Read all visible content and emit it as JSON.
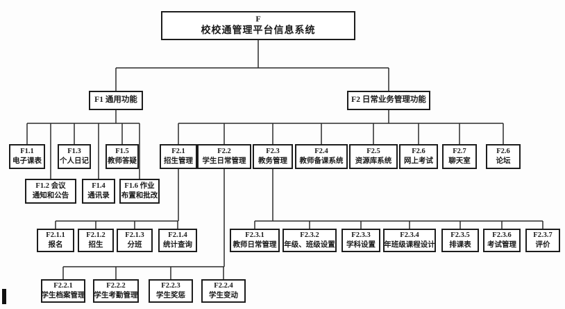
{
  "diagram": {
    "kind": "organization-tree",
    "root_code": "F",
    "title": "校校通管理平台信息系统"
  },
  "nodes": {
    "root": {
      "line1": "F",
      "line2": "校校通管理平台信息系统"
    },
    "f1": {
      "line1": "F1 通用功能"
    },
    "f2": {
      "line1": "F2 日常业务管理功能"
    },
    "f1_1": {
      "line1": "F1.1",
      "line2": "电子课表"
    },
    "f1_2": {
      "line1": "F1.2 会议",
      "line2": "通知和公告"
    },
    "f1_3": {
      "line1": "F1.3",
      "line2": "个人日记"
    },
    "f1_4": {
      "line1": "F1.4",
      "line2": "通讯录"
    },
    "f1_5": {
      "line1": "F1.5",
      "line2": "教师答疑"
    },
    "f1_6": {
      "line1": "F1.6 作业",
      "line2": "布置和批改"
    },
    "f2_1": {
      "line1": "F2.1",
      "line2": "招生管理"
    },
    "f2_2": {
      "line1": "F2.2",
      "line2": "学生日常管理"
    },
    "f2_3": {
      "line1": "F2.3",
      "line2": "教务管理"
    },
    "f2_4": {
      "line1": "F2.4",
      "line2": "教师备课系统"
    },
    "f2_5": {
      "line1": "F2.5",
      "line2": "资源库系统"
    },
    "f2_6": {
      "line1": "F2.6",
      "line2": "网上考试"
    },
    "f2_7": {
      "line1": "F2.7",
      "line2": "聊天室"
    },
    "f2_6b": {
      "line1": "F2.6",
      "line2": "论坛"
    },
    "f2_1_1": {
      "line1": "F2.1.1",
      "line2": "报名"
    },
    "f2_1_2": {
      "line1": "F2.1.2",
      "line2": "招生"
    },
    "f2_1_3": {
      "line1": "F2.1.3",
      "line2": "分班"
    },
    "f2_1_4": {
      "line1": "F2.1.4",
      "line2": "统计查询"
    },
    "f2_3_1": {
      "line1": "F2.3.1",
      "line2": "教师日常管理"
    },
    "f2_3_2": {
      "line1": "F2.3.2",
      "line2": "年级、班级设置"
    },
    "f2_3_3": {
      "line1": "F2.3.3",
      "line2": "学科设置"
    },
    "f2_3_4": {
      "line1": "F2.3.4",
      "line2": "年班级课程设计"
    },
    "f2_3_5": {
      "line1": "F2.3.5",
      "line2": "排课表"
    },
    "f2_3_6": {
      "line1": "F2.3.6",
      "line2": "考试管理"
    },
    "f2_3_7": {
      "line1": "F2.3.7",
      "line2": "评价"
    },
    "f2_2_1": {
      "line1": "F2.2.1",
      "line2": "学生档案管理"
    },
    "f2_2_2": {
      "line1": "F2.2.2",
      "line2": "学生考勤管理"
    },
    "f2_2_3": {
      "line1": "F2.2.3",
      "line2": "学生奖惩"
    },
    "f2_2_4": {
      "line1": "F2.2.4",
      "line2": "学生变动"
    }
  },
  "colors": {
    "box_border": "#1c1c1c",
    "line": "#2a2a2a",
    "background": "#fdfdfd",
    "text": "#1a1a1a"
  }
}
